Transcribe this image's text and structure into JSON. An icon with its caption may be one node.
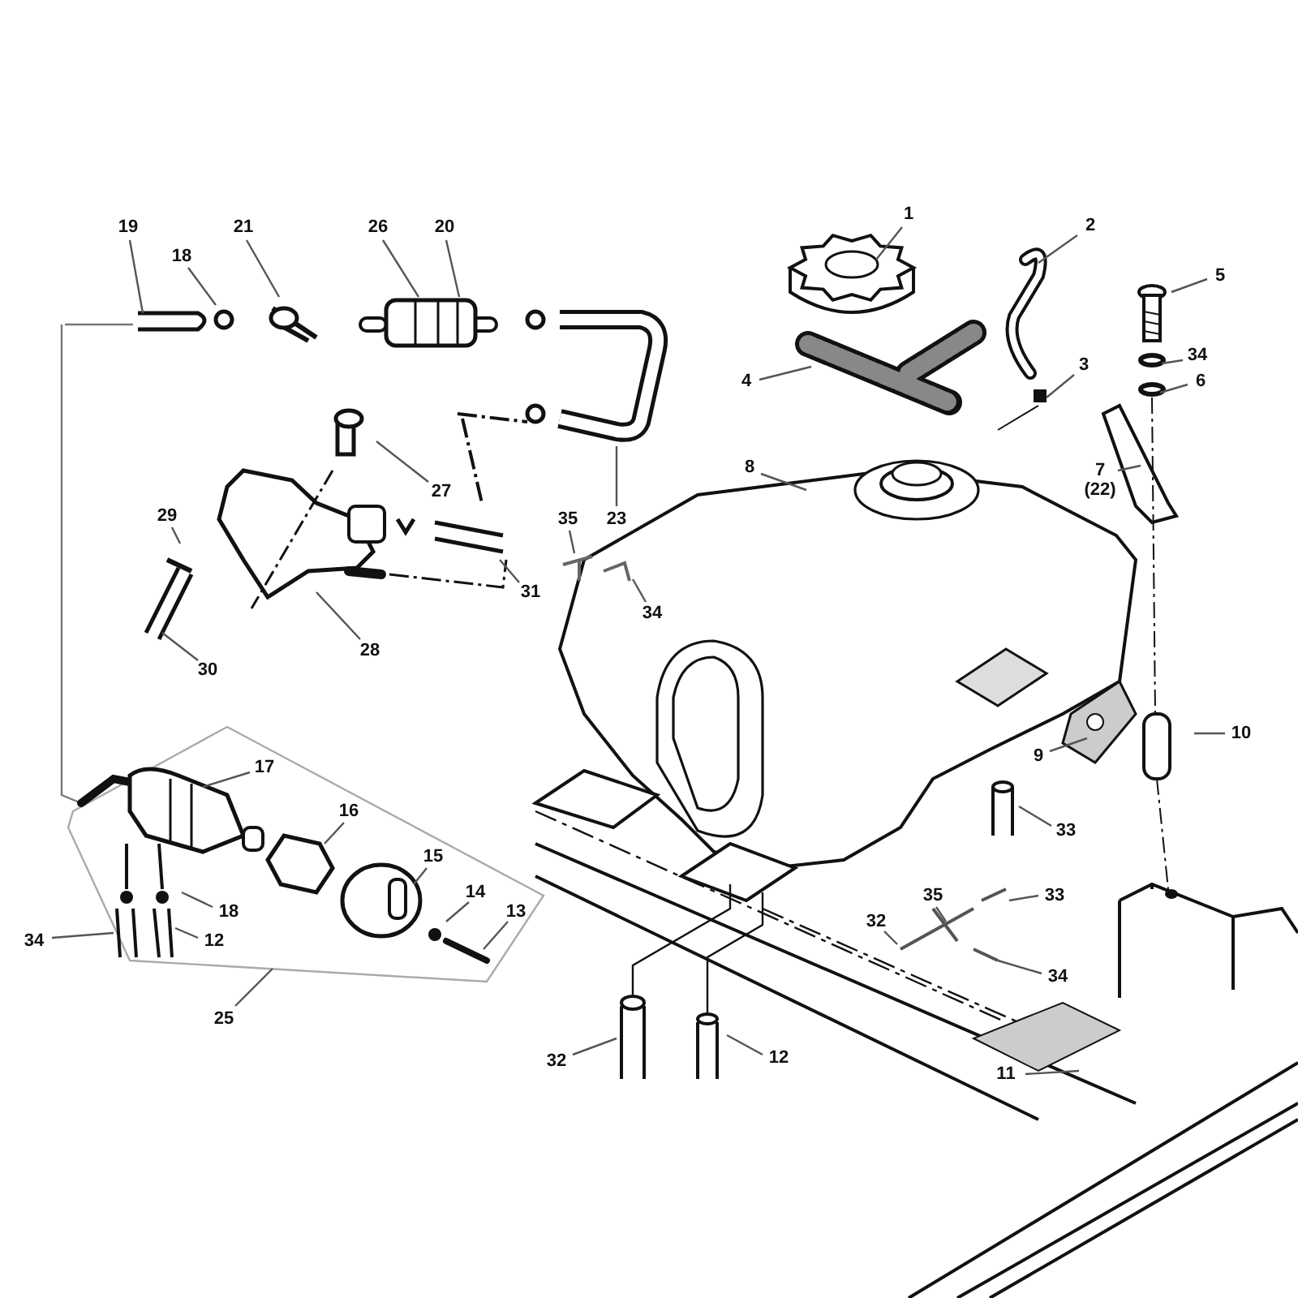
{
  "diagram": {
    "nodes": [
      {
        "text": [
          "1"
        ]
      },
      {
        "text": [
          "19"
        ]
      },
      {
        "text": [
          "21"
        ]
      },
      {
        "text": [
          "26"
        ]
      },
      {
        "text": [
          "20"
        ]
      },
      {
        "text": [
          "2"
        ]
      },
      {
        "text": [
          "18"
        ]
      },
      {
        "text": [
          "5"
        ]
      },
      {
        "text": [
          "34"
        ]
      },
      {
        "text": [
          "3"
        ]
      },
      {
        "text": [
          "4"
        ]
      },
      {
        "text": [
          "6"
        ]
      },
      {
        "text": [
          "8"
        ]
      },
      {
        "text": [
          "7",
          "(22)"
        ]
      },
      {
        "text": [
          "27"
        ]
      },
      {
        "text": [
          "23"
        ]
      },
      {
        "text": [
          "35"
        ]
      },
      {
        "text": [
          "29"
        ]
      },
      {
        "text": [
          "31"
        ]
      },
      {
        "text": [
          "34"
        ]
      },
      {
        "text": [
          "28"
        ]
      },
      {
        "text": [
          "30"
        ]
      },
      {
        "text": [
          "10"
        ]
      },
      {
        "text": [
          "9"
        ]
      },
      {
        "text": [
          "17"
        ]
      },
      {
        "text": [
          "16"
        ]
      },
      {
        "text": [
          "33"
        ]
      },
      {
        "text": [
          "15"
        ]
      },
      {
        "text": [
          "35"
        ]
      },
      {
        "text": [
          "33"
        ]
      },
      {
        "text": [
          "14"
        ]
      },
      {
        "text": [
          "18"
        ]
      },
      {
        "text": [
          "32"
        ]
      },
      {
        "text": [
          "13"
        ]
      },
      {
        "text": [
          "12"
        ]
      },
      {
        "text": [
          "34"
        ]
      },
      {
        "text": [
          "34"
        ]
      },
      {
        "text": [
          "25"
        ]
      },
      {
        "text": [
          "32"
        ]
      },
      {
        "text": [
          "12"
        ]
      },
      {
        "text": [
          "11"
        ]
      }
    ],
    "edges": [
      {
        "from": 0,
        "to": null,
        "arrow": "none"
      },
      {
        "from": 1,
        "to": null,
        "arrow": "none"
      },
      {
        "from": 2,
        "to": null,
        "arrow": "none"
      },
      {
        "from": 3,
        "to": null,
        "arrow": "none"
      },
      {
        "from": 4,
        "to": null,
        "arrow": "none"
      },
      {
        "from": 5,
        "to": null,
        "arrow": "none"
      },
      {
        "from": 6,
        "to": null,
        "arrow": "none"
      },
      {
        "from": 7,
        "to": null,
        "arrow": "none"
      },
      {
        "from": 8,
        "to": null,
        "arrow": "none"
      },
      {
        "from": 9,
        "to": null,
        "arrow": "none"
      },
      {
        "from": 10,
        "to": null,
        "arrow": "none"
      },
      {
        "from": 11,
        "to": null,
        "arrow": "none"
      },
      {
        "from": 12,
        "to": null,
        "arrow": "none"
      },
      {
        "from": 13,
        "to": null,
        "arrow": "none"
      },
      {
        "from": 14,
        "to": null,
        "arrow": "none"
      },
      {
        "from": 15,
        "to": null,
        "arrow": "none"
      },
      {
        "from": 16,
        "to": null,
        "arrow": "none"
      },
      {
        "from": 17,
        "to": null,
        "arrow": "none"
      },
      {
        "from": 18,
        "to": null,
        "arrow": "none"
      },
      {
        "from": 19,
        "to": null,
        "arrow": "none"
      },
      {
        "from": 20,
        "to": null,
        "arrow": "none"
      },
      {
        "from": 21,
        "to": null,
        "arrow": "none"
      },
      {
        "from": 22,
        "to": null,
        "arrow": "none"
      },
      {
        "from": 23,
        "to": null,
        "arrow": "none"
      },
      {
        "from": 24,
        "to": null,
        "arrow": "none"
      },
      {
        "from": 25,
        "to": null,
        "arrow": "none"
      },
      {
        "from": 26,
        "to": null,
        "arrow": "none"
      },
      {
        "from": 27,
        "to": null,
        "arrow": "none"
      },
      {
        "from": 28,
        "to": null,
        "arrow": "none"
      },
      {
        "from": 29,
        "to": null,
        "arrow": "none"
      },
      {
        "from": 30,
        "to": null,
        "arrow": "none"
      },
      {
        "from": 31,
        "to": null,
        "arrow": "none"
      },
      {
        "from": 32,
        "to": null,
        "arrow": "none"
      },
      {
        "from": 33,
        "to": null,
        "arrow": "none"
      },
      {
        "from": 34,
        "to": null,
        "arrow": "none"
      },
      {
        "from": 35,
        "to": null,
        "arrow": "none"
      },
      {
        "from": 36,
        "to": null,
        "arrow": "none"
      },
      {
        "from": 37,
        "to": null,
        "arrow": "none"
      },
      {
        "from": 38,
        "to": null,
        "arrow": "none"
      },
      {
        "from": 39,
        "to": null,
        "arrow": "none"
      },
      {
        "from": 40,
        "to": null,
        "arrow": "none"
      }
    ]
  }
}
